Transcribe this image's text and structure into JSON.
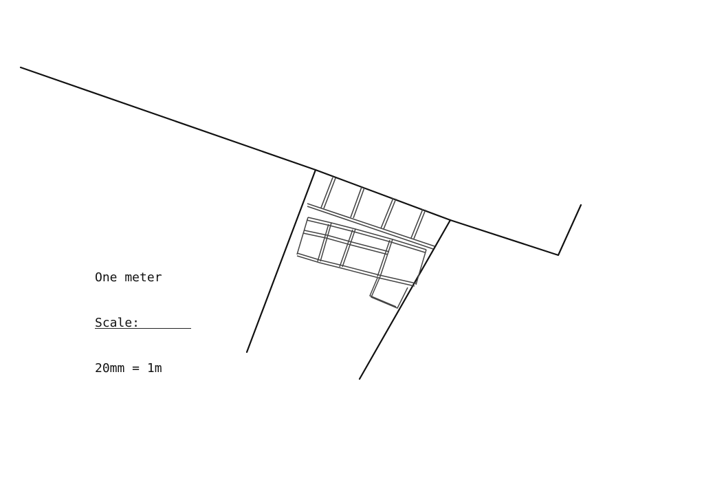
{
  "legend": {
    "line1": "One meter",
    "line2": "Scale:",
    "line3": "20mm = 1m"
  },
  "colors": {
    "ink": "#111111",
    "tile_ink": "#444444",
    "background": "#ffffff"
  }
}
